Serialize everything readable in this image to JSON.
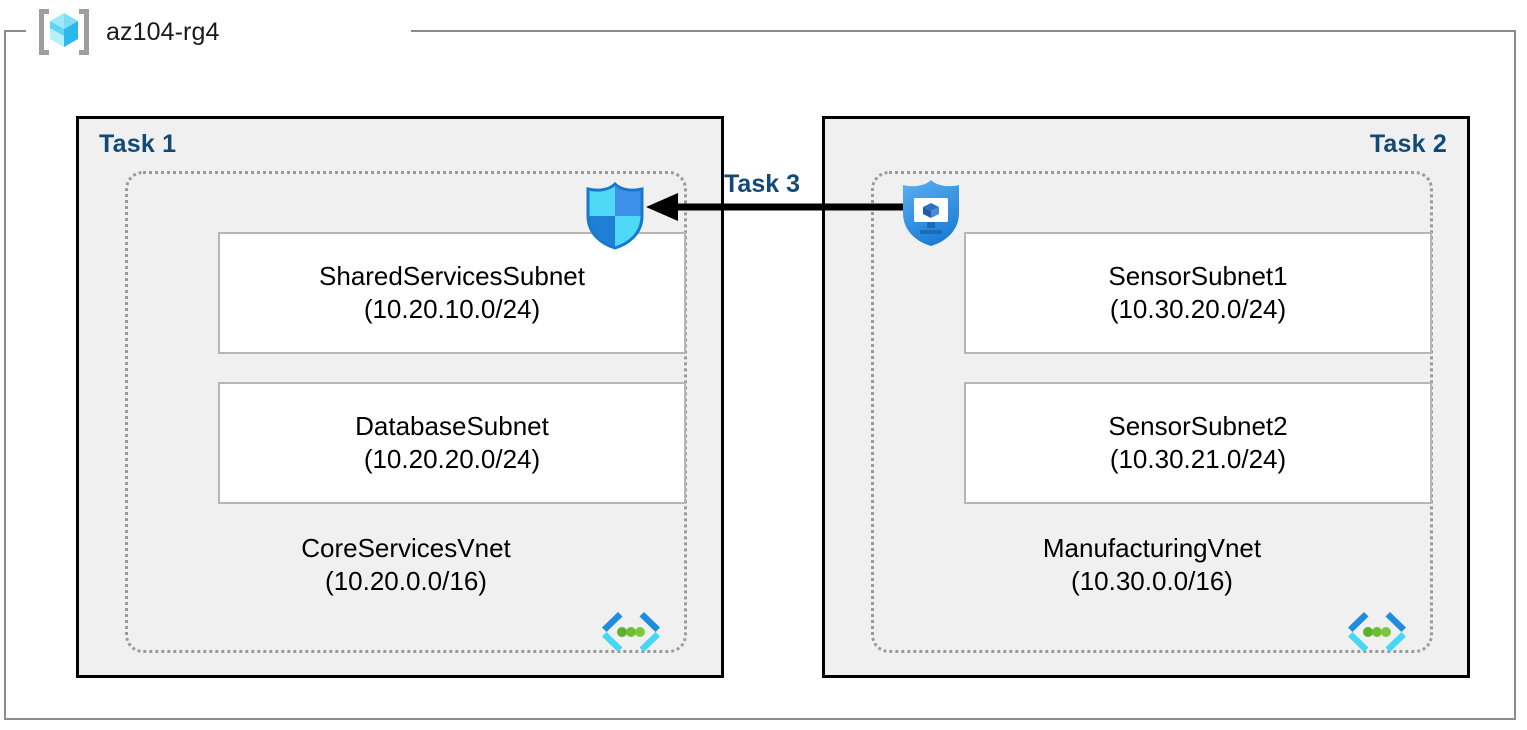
{
  "resource_group": {
    "name": "az104-rg4",
    "icon": "resource-group-cube-icon"
  },
  "panels": [
    {
      "id": "task1",
      "label": "Task 1",
      "label_align": "left",
      "vnet": {
        "name": "CoreServicesVnet",
        "cidr": "(10.20.0.0/16)",
        "icon": "virtual-network-icon"
      },
      "subnets": [
        {
          "name": "SharedServicesSubnet",
          "cidr": "(10.20.10.0/24)"
        },
        {
          "name": "DatabaseSubnet",
          "cidr": "(10.20.20.0/24)"
        }
      ]
    },
    {
      "id": "task2",
      "label": "Task 2",
      "label_align": "right",
      "vnet": {
        "name": "ManufacturingVnet",
        "cidr": "(10.30.0.0/16)",
        "icon": "virtual-network-icon"
      },
      "subnets": [
        {
          "name": "SensorSubnet1",
          "cidr": "(10.30.20.0/24)"
        },
        {
          "name": "SensorSubnet2",
          "cidr": "(10.30.21.0/24)"
        }
      ]
    }
  ],
  "icons": {
    "firewall": "azure-firewall-shield-icon",
    "bastion": "azure-bastion-shield-icon"
  },
  "connection": {
    "label": "Task 3",
    "direction": "right-to-left"
  },
  "colors": {
    "task_label": "#124a77",
    "panel_fill": "#f0f0f0",
    "panel_border": "#000000",
    "vnet_border": "#9a9a9a",
    "subnet_border": "#b6b6b6",
    "frame_border": "#8c8c8c",
    "arrow": "#000000",
    "cube_light": "#7fe4fb",
    "cube_dark": "#29b6e8",
    "vnet_green": "#5bb12f",
    "shield_blue": "#1f8ce0"
  }
}
